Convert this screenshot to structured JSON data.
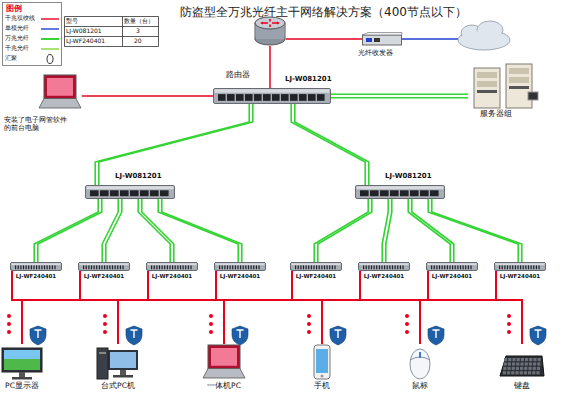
{
  "diagram": {
    "title": "防盗型全万兆光纤主干网络解决方案（400节点以下）",
    "nodes": [
      {
        "text": [
          "路由器"
        ]
      },
      {
        "text": [
          "光纤收发器"
        ]
      },
      {
        "text": [
          "服务器组"
        ]
      },
      {
        "text": [
          "安装了电子网管软件的前台电脑"
        ]
      },
      {
        "text": [
          "LJ-W081201"
        ]
      },
      {
        "text": [
          "LJ-W081201"
        ]
      },
      {
        "text": [
          "LJ-W081201"
        ]
      },
      {
        "text": [
          "LJ-WF240401"
        ]
      },
      {
        "text": [
          "LJ-WF240401"
        ]
      },
      {
        "text": [
          "LJ-WF240401"
        ]
      },
      {
        "text": [
          "LJ-WF240401"
        ]
      },
      {
        "text": [
          "LJ-WF240401"
        ]
      },
      {
        "text": [
          "LJ-WF240401"
        ]
      },
      {
        "text": [
          "LJ-WF240401"
        ]
      },
      {
        "text": [
          "LJ-WF240401"
        ]
      },
      {
        "text": [
          "PC显示器"
        ]
      },
      {
        "text": [
          "台式PC机"
        ]
      },
      {
        "text": [
          "一体机PC"
        ]
      },
      {
        "text": [
          "手机"
        ]
      },
      {
        "text": [
          "鼠标"
        ]
      },
      {
        "text": [
          "键盘"
        ]
      }
    ],
    "edges": [
      {
        "from": 0,
        "to": 4,
        "arrow": "none"
      },
      {
        "from": 0,
        "to": 1,
        "arrow": "none"
      },
      {
        "from": 4,
        "to": 2,
        "arrow": "none"
      },
      {
        "from": 3,
        "to": 4,
        "arrow": "none"
      },
      {
        "from": 4,
        "to": 5,
        "arrow": "none"
      },
      {
        "from": 4,
        "to": 6,
        "arrow": "none"
      },
      {
        "from": 5,
        "to": 7,
        "arrow": "none"
      },
      {
        "from": 5,
        "to": 8,
        "arrow": "none"
      },
      {
        "from": 5,
        "to": 9,
        "arrow": "none"
      },
      {
        "from": 5,
        "to": 10,
        "arrow": "none"
      },
      {
        "from": 6,
        "to": 11,
        "arrow": "none"
      },
      {
        "from": 6,
        "to": 12,
        "arrow": "none"
      },
      {
        "from": 6,
        "to": 13,
        "arrow": "none"
      },
      {
        "from": 6,
        "to": 14,
        "arrow": "none"
      },
      {
        "from": 7,
        "to": 15,
        "arrow": "none"
      },
      {
        "from": 7,
        "to": 16,
        "arrow": "none"
      },
      {
        "from": 7,
        "to": 17,
        "arrow": "none"
      },
      {
        "from": 7,
        "to": 18,
        "arrow": "none"
      },
      {
        "from": 7,
        "to": 19,
        "arrow": "none"
      },
      {
        "from": 7,
        "to": 20,
        "arrow": "none"
      },
      {
        "from": 8,
        "to": 15,
        "arrow": "none"
      },
      {
        "from": 8,
        "to": 16,
        "arrow": "none"
      },
      {
        "from": 8,
        "to": 17,
        "arrow": "none"
      },
      {
        "from": 8,
        "to": 18,
        "arrow": "none"
      },
      {
        "from": 8,
        "to": 19,
        "arrow": "none"
      },
      {
        "from": 8,
        "to": 20,
        "arrow": "none"
      },
      {
        "from": 9,
        "to": 15,
        "arrow": "none"
      },
      {
        "from": 9,
        "to": 16,
        "arrow": "none"
      },
      {
        "from": 9,
        "to": 17,
        "arrow": "none"
      },
      {
        "from": 9,
        "to": 18,
        "arrow": "none"
      },
      {
        "from": 9,
        "to": 19,
        "arrow": "none"
      },
      {
        "from": 9,
        "to": 20,
        "arrow": "none"
      },
      {
        "from": 10,
        "to": 15,
        "arrow": "none"
      },
      {
        "from": 10,
        "to": 16,
        "arrow": "none"
      },
      {
        "from": 10,
        "to": 17,
        "arrow": "none"
      },
      {
        "from": 10,
        "to": 18,
        "arrow": "none"
      },
      {
        "from": 10,
        "to": 19,
        "arrow": "none"
      },
      {
        "from": 10,
        "to": 20,
        "arrow": "none"
      },
      {
        "from": 11,
        "to": 15,
        "arrow": "none"
      },
      {
        "from": 11,
        "to": 16,
        "arrow": "none"
      },
      {
        "from": 11,
        "to": 17,
        "arrow": "none"
      },
      {
        "from": 11,
        "to": 18,
        "arrow": "none"
      },
      {
        "from": 11,
        "to": 19,
        "arrow": "none"
      },
      {
        "from": 11,
        "to": 20,
        "arrow": "none"
      },
      {
        "from": 12,
        "to": 15,
        "arrow": "none"
      },
      {
        "from": 12,
        "to": 16,
        "arrow": "none"
      },
      {
        "from": 12,
        "to": 17,
        "arrow": "none"
      },
      {
        "from": 12,
        "to": 18,
        "arrow": "none"
      },
      {
        "from": 12,
        "to": 19,
        "arrow": "none"
      },
      {
        "from": 12,
        "to": 20,
        "arrow": "none"
      },
      {
        "from": 13,
        "to": 15,
        "arrow": "none"
      },
      {
        "from": 13,
        "to": 16,
        "arrow": "none"
      },
      {
        "from": 13,
        "to": 17,
        "arrow": "none"
      },
      {
        "from": 13,
        "to": 18,
        "arrow": "none"
      },
      {
        "from": 13,
        "to": 19,
        "arrow": "none"
      },
      {
        "from": 13,
        "to": 20,
        "arrow": "none"
      },
      {
        "from": 14,
        "to": 15,
        "arrow": "none"
      },
      {
        "from": 14,
        "to": 16,
        "arrow": "none"
      },
      {
        "from": 14,
        "to": 17,
        "arrow": "none"
      },
      {
        "from": 14,
        "to": 18,
        "arrow": "none"
      },
      {
        "from": 14,
        "to": 19,
        "arrow": "none"
      },
      {
        "from": 14,
        "to": 20,
        "arrow": "none"
      }
    ],
    "labels": [
      "图例",
      "型号",
      "数量（台）",
      "LJ-W081201",
      "3",
      "LJ-WF240401",
      "20"
    ],
    "legend": [
      {
        "text": "千兆双绞线"
      },
      {
        "text": "单模光纤"
      },
      {
        "text": "万兆光纤"
      },
      {
        "text": "千兆光纤"
      },
      {
        "text": "汇聚"
      }
    ]
  }
}
